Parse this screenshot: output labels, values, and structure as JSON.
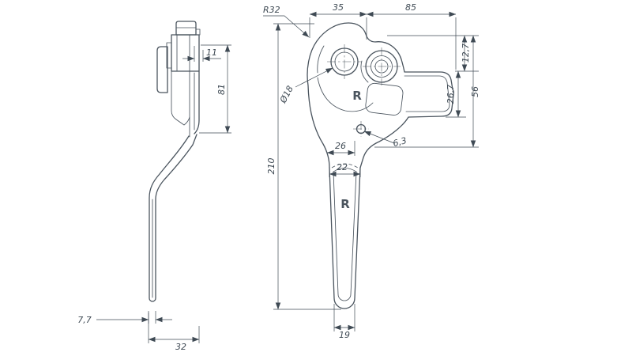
{
  "colors": {
    "background": "#ffffff",
    "line": "#4a545e",
    "dim": "#3f4a54"
  },
  "side_view": {
    "dim_11": "11",
    "dim_81": "81",
    "dim_7_7": "7,7",
    "dim_32": "32"
  },
  "front_view": {
    "logo": "R",
    "dim_r32": "R32",
    "dim_35": "35",
    "dim_85": "85",
    "dim_12_7": "12,7",
    "dim_26_7": "26,7",
    "dim_56": "56",
    "dim_dia18": "Ø18",
    "dim_210": "210",
    "dim_26": "26",
    "dim_6_3": "6,3",
    "dim_22": "22",
    "dim_19": "19"
  }
}
